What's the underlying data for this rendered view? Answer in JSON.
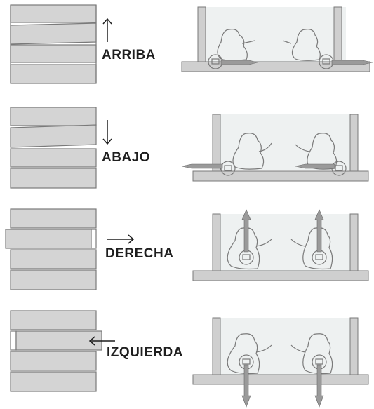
{
  "panels": [
    {
      "id": "up",
      "label": "ARRIBA",
      "arrow_direction": "up",
      "slide_direction": "right"
    },
    {
      "id": "down",
      "label": "ABAJO",
      "arrow_direction": "down",
      "slide_direction": "left"
    },
    {
      "id": "right",
      "label": "DERECHA",
      "arrow_direction": "right",
      "slide_direction": "vertical"
    },
    {
      "id": "left",
      "label": "IZQUIERDA",
      "arrow_direction": "left",
      "slide_direction": "vertical"
    }
  ],
  "colors": {
    "panel_fill": "#d4d4d4",
    "panel_stroke": "#7a7a7a",
    "glass_fill": "#eef1f1",
    "frame_fill": "#cfcfcf",
    "arrow_fill": "#9a9a9a",
    "ink": "#1f1f1f"
  }
}
